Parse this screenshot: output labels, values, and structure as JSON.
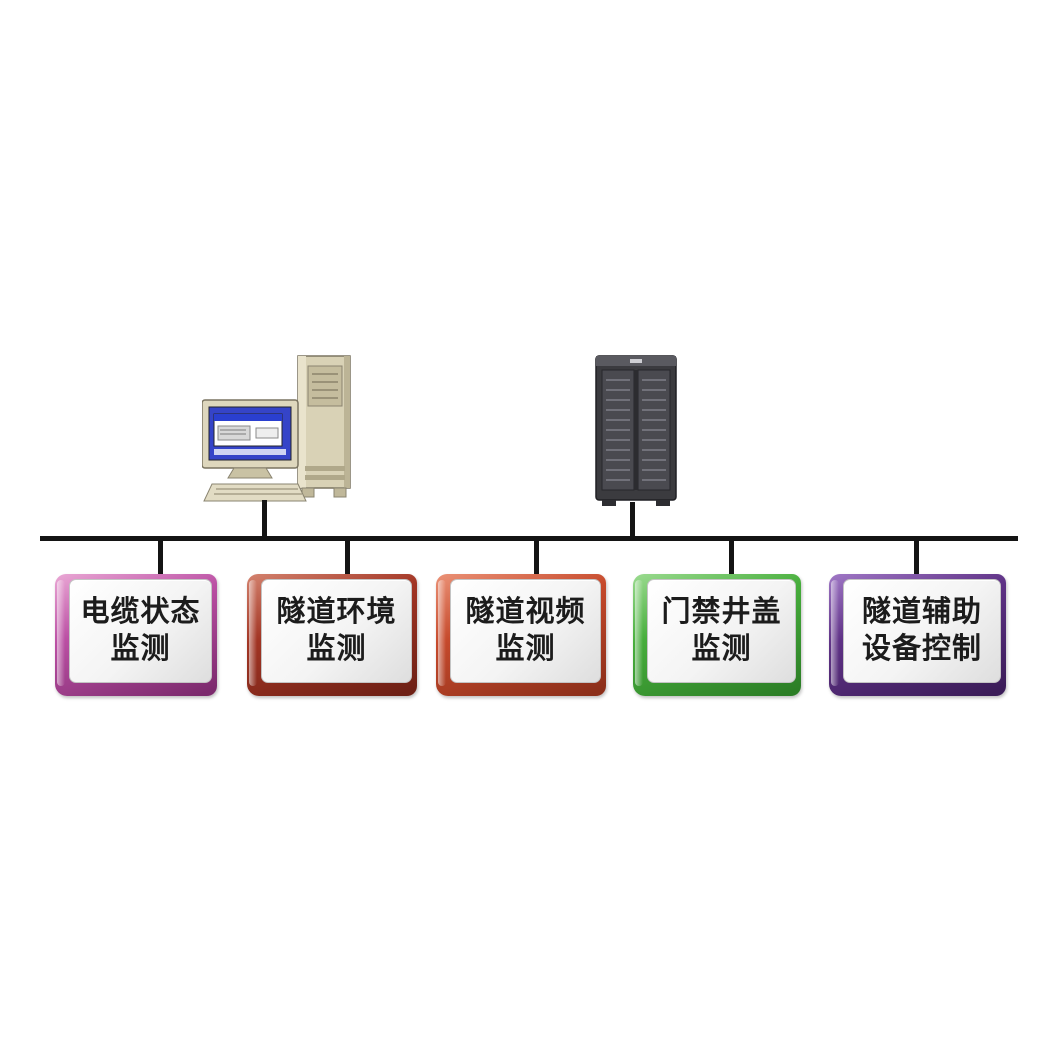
{
  "bus": {
    "color": "#141414"
  },
  "icons": {
    "workstation": "workstation-computer",
    "server": "server-cabinet"
  },
  "nodes": [
    {
      "id": "cable-status-monitoring",
      "lines": [
        "电缆状态",
        "监测"
      ],
      "rim": "#bb50a4",
      "rim_dark": "#7c2a6d",
      "rim_light": "#eaa8d5"
    },
    {
      "id": "tunnel-environment-monitoring",
      "lines": [
        "隧道环境",
        "监测"
      ],
      "rim": "#a23524",
      "rim_dark": "#6e2015",
      "rim_light": "#d4836f"
    },
    {
      "id": "tunnel-video-monitoring",
      "lines": [
        "隧道视频",
        "监测"
      ],
      "rim": "#c64a2c",
      "rim_dark": "#8c2f1a",
      "rim_light": "#eb9277"
    },
    {
      "id": "access-manhole-monitoring",
      "lines": [
        "门禁井盖",
        "监测"
      ],
      "rim": "#47ae3c",
      "rim_dark": "#2c7e26",
      "rim_light": "#9bdb90"
    },
    {
      "id": "tunnel-auxiliary-control",
      "lines": [
        "隧道辅助",
        "设备控制"
      ],
      "rim": "#5f3286",
      "rim_dark": "#3b1c58",
      "rim_light": "#a078c6"
    }
  ]
}
